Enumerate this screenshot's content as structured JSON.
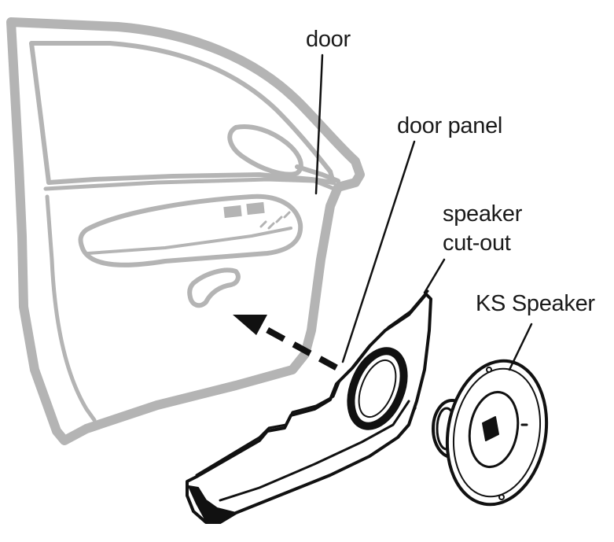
{
  "labels": {
    "door": "door",
    "door_panel": "door panel",
    "speaker_cutout_line1": "speaker",
    "speaker_cutout_line2": "cut-out",
    "ks_speaker": "KS Speaker"
  },
  "colors": {
    "door_gray": "#b4b4b4",
    "door_inner": "#ffffff",
    "ink": "#111111"
  }
}
